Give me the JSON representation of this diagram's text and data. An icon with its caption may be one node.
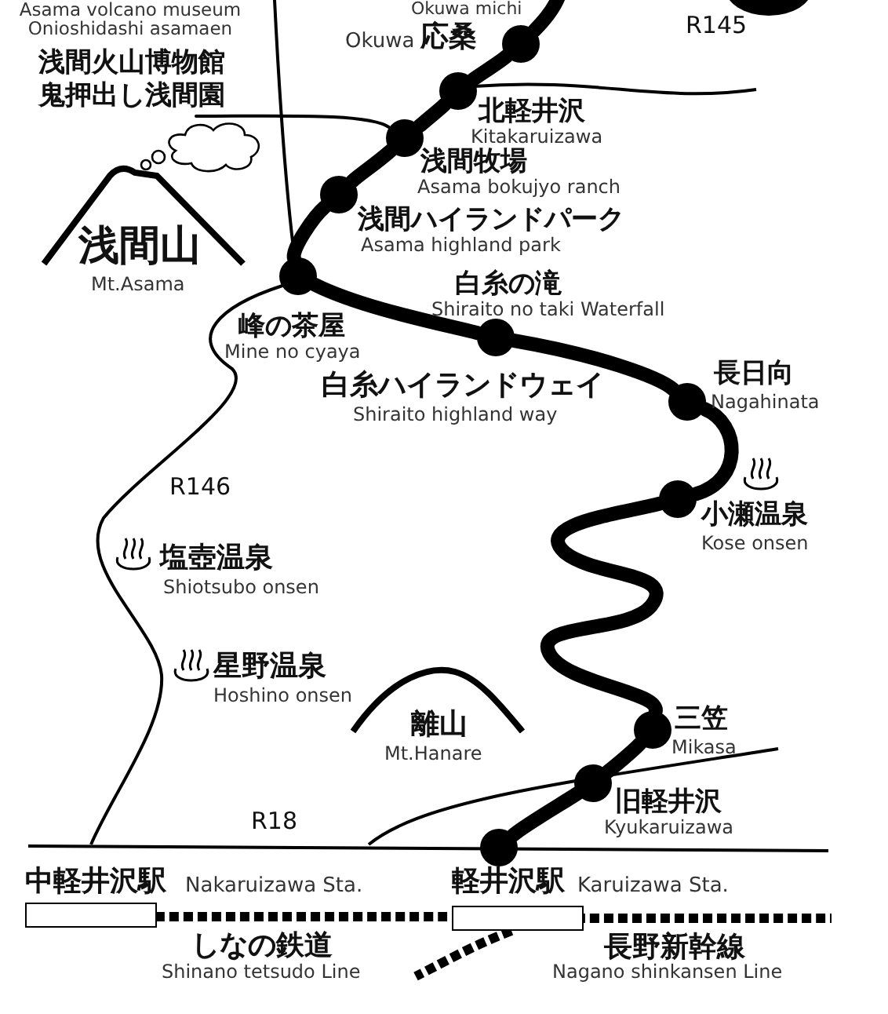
{
  "diagram": {
    "nodes": [
      {
        "text": [],
        "shape": "circle",
        "beside": [
          "Okuwa",
          "応桑"
        ]
      },
      {
        "text": [],
        "shape": "circle",
        "beside": [
          "北軽井沢",
          "Kitakaruizawa"
        ]
      },
      {
        "text": [],
        "shape": "circle",
        "beside": [
          "浅間牧場",
          "Asama bokujyo ranch"
        ]
      },
      {
        "text": [],
        "shape": "circle",
        "beside": [
          "浅間ハイランドパーク",
          "Asama highland park"
        ]
      },
      {
        "text": [],
        "shape": "circle",
        "beside": [
          "峰の茶屋",
          "Mine no cyaya"
        ]
      },
      {
        "text": [],
        "shape": "circle",
        "beside": [
          "白糸の滝",
          "Shiraito no taki Waterfall"
        ]
      },
      {
        "text": [],
        "shape": "circle",
        "beside": [
          "長日向",
          "Nagahinata"
        ]
      },
      {
        "text": [],
        "shape": "circle",
        "beside": [
          "小瀬温泉",
          "Kose onsen"
        ]
      },
      {
        "text": [],
        "shape": "circle",
        "beside": [
          "三笠",
          "Mikasa"
        ]
      },
      {
        "text": [],
        "shape": "circle",
        "beside": [
          "旧軽井沢",
          "Kyukaruizawa"
        ]
      },
      {
        "text": [],
        "shape": "circle"
      },
      {
        "text": [
          "中軽井沢駅",
          "Nakaruizawa Sta."
        ]
      },
      {
        "text": [
          "軽井沢駅",
          "Karuizawa Sta."
        ]
      },
      {
        "text": [
          "Asama volcano museum Onioshidashi asamaen",
          "浅間火山博物館鬼押出し浅間園"
        ]
      }
    ],
    "edges": [
      {
        "from": null,
        "to": 0,
        "arrow": "none"
      },
      {
        "from": 0,
        "to": 1,
        "arrow": "none"
      },
      {
        "from": 1,
        "to": 2,
        "arrow": "none"
      },
      {
        "from": 2,
        "to": 3,
        "arrow": "none"
      },
      {
        "from": 3,
        "to": 4,
        "arrow": "none"
      },
      {
        "from": 4,
        "to": 5,
        "arrow": "none"
      },
      {
        "from": 5,
        "to": 6,
        "arrow": "none"
      },
      {
        "from": 6,
        "to": 7,
        "arrow": "none"
      },
      {
        "from": 7,
        "to": 8,
        "arrow": "none"
      },
      {
        "from": 8,
        "to": 9,
        "arrow": "none"
      },
      {
        "from": 9,
        "to": 10,
        "arrow": "none"
      },
      {
        "from": 11,
        "to": 12,
        "arrow": "none",
        "style": "dashed"
      },
      {
        "from": 12,
        "to": null,
        "arrow": "none",
        "style": "dashed"
      },
      {
        "from": 12,
        "to": null,
        "arrow": "none",
        "style": "dashed"
      },
      {
        "from": 13,
        "to": 2,
        "arrow": "none"
      }
    ],
    "labels": [
      "Okuwa michi",
      "R145",
      "浅間山",
      "Mt.Asama",
      "白糸ハイランドウェイ",
      "Shiraito highland way",
      "R146",
      "塩壺温泉",
      "Shiotsubo onsen",
      "星野温泉",
      "Hoshino onsen",
      "離山",
      "Mt.Hanare",
      "R18",
      "しなの鉄道",
      "Shinano tetsudo Line",
      "長野新幹線",
      "Nagano shinkansen Line"
    ]
  }
}
